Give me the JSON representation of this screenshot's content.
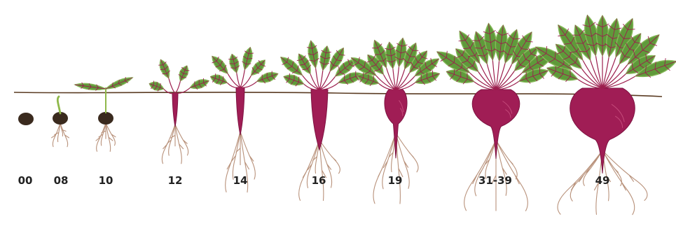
{
  "colors": {
    "leaf": "#5f9a3a",
    "leaf_light": "#86b85a",
    "vein": "#9c1f4e",
    "beet": "#a01d55",
    "beet_dark": "#7e1442",
    "root_hair": "#b8917a",
    "soil_line": "#5a3b22",
    "seed": "#3a2a1e",
    "label": "#222222"
  },
  "stages": [
    {
      "code": "00",
      "kind": "seed"
    },
    {
      "code": "08",
      "kind": "germinating"
    },
    {
      "code": "10",
      "kind": "cotyledons"
    },
    {
      "code": "12",
      "kind": "two-leaves"
    },
    {
      "code": "14",
      "kind": "four-leaves"
    },
    {
      "code": "16",
      "kind": "six-leaves"
    },
    {
      "code": "19",
      "kind": "many-leaves"
    },
    {
      "code": "31-39",
      "kind": "root-thickening"
    },
    {
      "code": "49",
      "kind": "mature"
    }
  ]
}
